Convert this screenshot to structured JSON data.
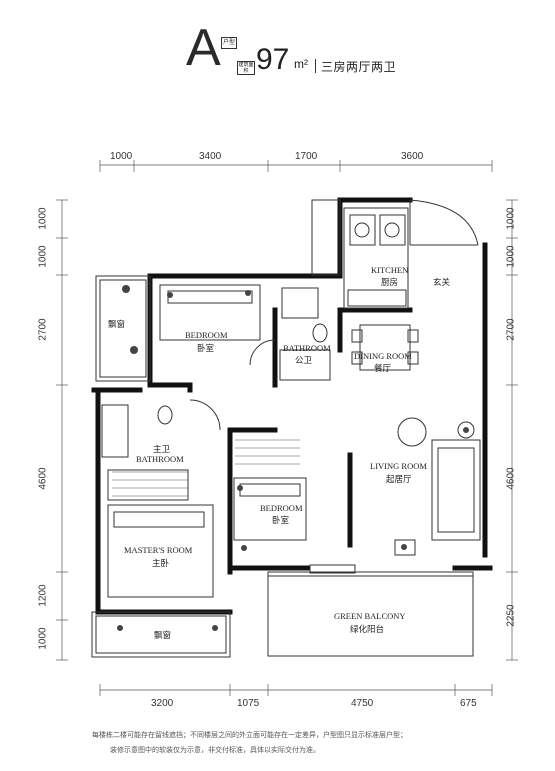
{
  "header": {
    "type_letter": "A",
    "type_tag": "户型",
    "area_tag": "建筑面积",
    "area_value": "97",
    "area_unit": "m²",
    "layout": "三房两厅两卫"
  },
  "dimensions": {
    "top": [
      "1000",
      "3400",
      "1700",
      "3600"
    ],
    "bottom": [
      "3200",
      "1075",
      "4750",
      "675"
    ],
    "left": [
      "1000",
      "1000",
      "2700",
      "4600",
      "1200",
      "1000"
    ],
    "right": [
      "1000",
      "1000",
      "2700",
      "4600",
      "2250"
    ]
  },
  "rooms": {
    "bay_window_top": "飘窗",
    "bedroom_top_en": "BEDROOM",
    "bedroom_top_cn": "卧室",
    "bathroom_public_en": "BATHROOM",
    "bathroom_public_cn": "公卫",
    "kitchen_en": "KITCHEN",
    "kitchen_cn": "厨房",
    "entrance_cn": "玄关",
    "dining_en": "DINING ROOM",
    "dining_cn": "餐厅",
    "master_bath_cn": "主卫",
    "master_bath_en": "BATHROOM",
    "living_en": "LIVING ROOM",
    "living_cn": "起居厅",
    "bedroom_mid_en": "BEDROOM",
    "bedroom_mid_cn": "卧室",
    "master_en": "MASTER'S ROOM",
    "master_cn": "主卧",
    "balcony_en": "GREEN BALCONY",
    "balcony_cn": "绿化阳台",
    "bay_window_bottom": "飘窗"
  },
  "notes": {
    "line1": "每楼栋二楼可能存在留线遮挡；不同楼层之间的外立面可能存在一定差异，户型图只显示标准层户型；",
    "line2": "装修示意图中的软装仅为示意，非交付标准，具体以实际交付为准。"
  }
}
